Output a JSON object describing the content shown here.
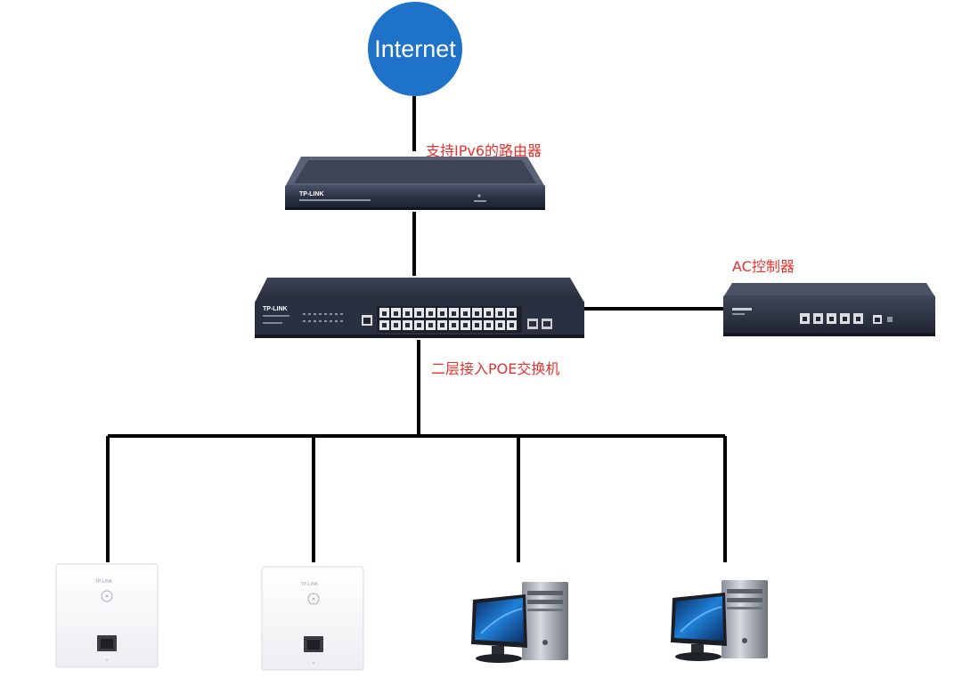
{
  "internet": {
    "label": "Internet"
  },
  "router": {
    "label": "支持IPv6的路由器",
    "brand": "TP-LINK"
  },
  "switch": {
    "label": "二层接入POE交换机",
    "brand": "TP-LINK"
  },
  "ac_controller": {
    "label": "AC控制器"
  },
  "access_points": [
    {
      "brand": "TP-LINK"
    },
    {
      "brand": "TP-LINK"
    }
  ],
  "computers_count": 2,
  "colors": {
    "internet_fill": "#1e73c8",
    "label_text": "#e8322e",
    "link_line": "#000000",
    "device_dark": "#2b3346"
  }
}
